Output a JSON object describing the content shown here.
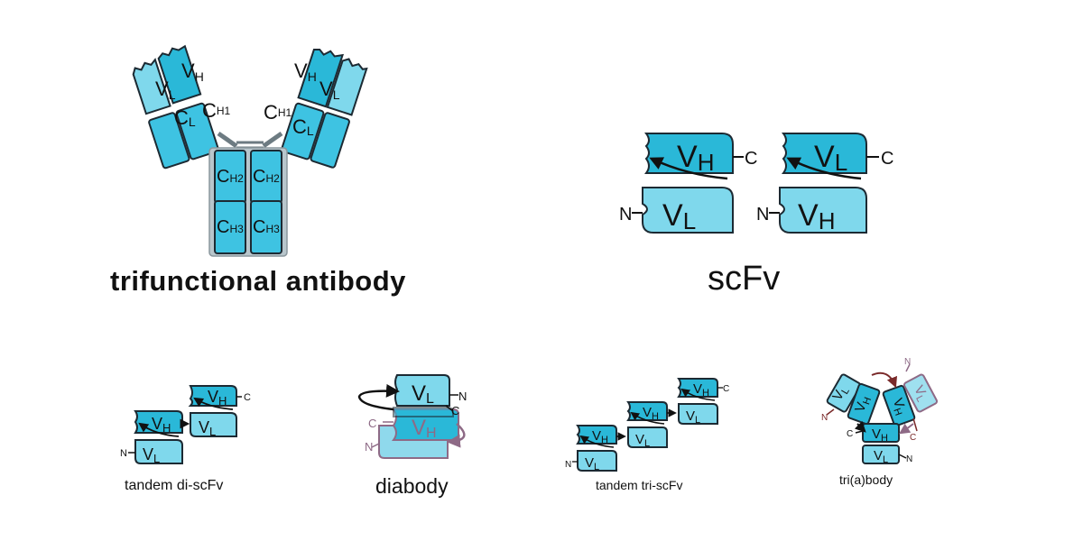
{
  "labels": {
    "vh": "V",
    "vh_sub": "H",
    "vl": "V",
    "vl_sub": "L",
    "c": "C",
    "c_l_sub": "L",
    "c_h1_sub": "H1",
    "c_h2_sub": "H2",
    "c_h3_sub": "H3",
    "n_term": "N",
    "c_term": "C"
  },
  "captions": {
    "trifunctional": "trifunctional antibody",
    "scfv": "scFv",
    "tandem_di": "tandem di-scFv",
    "diabody": "diabody",
    "tandem_tri": "tandem tri-scFv",
    "triabody": "tri(a)body"
  },
  "colors": {
    "domain_dark": "#2ab8d8",
    "domain_light": "#7fd8ec",
    "hinge_gray": "#b8c6cc",
    "diabody_purple": "#8e6a86",
    "triabody_brown": "#7a2a2a",
    "outline": "#1c2a33"
  }
}
